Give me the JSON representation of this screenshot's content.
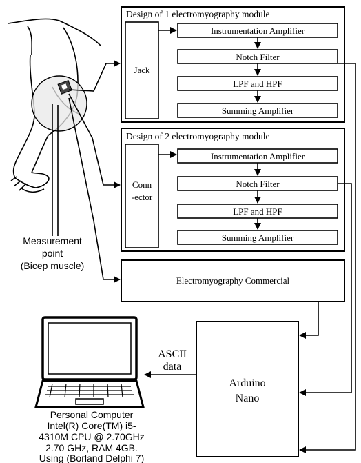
{
  "module1": {
    "title": "Design of 1 electromyography module",
    "connector": "Jack",
    "stages": [
      "Instrumentation Amplifier",
      "Notch Filter",
      "LPF and HPF",
      "Summing Amplifier"
    ]
  },
  "module2": {
    "title": "Design of 2 electromyography module",
    "connector_line1": "Conn",
    "connector_line2": "-ector",
    "stages": [
      "Instrumentation Amplifier",
      "Notch Filter",
      "LPF and HPF",
      "Summing Amplifier"
    ]
  },
  "commercial": {
    "label": "Electromyography Commercial"
  },
  "arduino": {
    "line1": "Arduino",
    "line2": "Nano"
  },
  "link": {
    "line1": "ASCII",
    "line2": "data"
  },
  "measurement": {
    "line1": "Measurement",
    "line2": "point",
    "line3": "(Bicep muscle)"
  },
  "computer": {
    "lines": [
      "Personal Computer",
      "Intel(R) Core(TM) i5-",
      "4310M CPU @ 2.70GHz",
      "2.70 GHz, RAM 4GB.",
      "Using (Borland Delphi 7)"
    ]
  }
}
